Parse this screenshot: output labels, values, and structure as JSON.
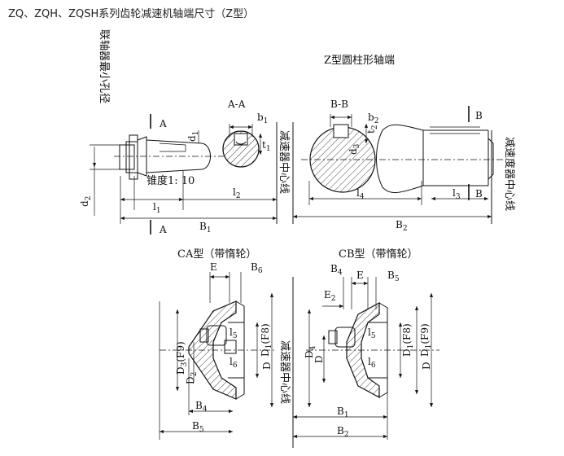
{
  "title": "ZQ、ZQH、ZQSH系列齿轮减速机轴端尺寸（Z型）",
  "diagram": {
    "top_left": {
      "vertical_label": "联轴器最小孔径",
      "section_mark": "A",
      "section_title": "A-A",
      "taper": "锥度1: 10",
      "dims": {
        "d1": "d",
        "d1_sub": "1",
        "d2": "d",
        "d2_sub": "2",
        "t1": "t",
        "t1_sub": "1",
        "b1": "b",
        "b1_sub": "1",
        "l1": "l",
        "l1_sub": "1",
        "l2": "l",
        "l2_sub": "2",
        "B1": "B",
        "B1_sub": "1"
      }
    },
    "center_line_label": "减速器中心线",
    "top_right": {
      "title": "Z型圆柱形轴端",
      "section_title": "B-B",
      "section_mark": "B",
      "dims": {
        "b2": "b",
        "b2_sub": "2",
        "t2": "t",
        "t2_sub": "2",
        "d3": "d",
        "d3_sub": "3",
        "l4": "l",
        "l4_sub": "4",
        "l3": "l",
        "l3_sub": "3",
        "B2": "B",
        "B2_sub": "2"
      },
      "vertical_label": "减速度器中心线"
    },
    "bottom_left": {
      "title": "CA型（带惰轮）",
      "dims": {
        "E": "E",
        "B6": "B",
        "B6_sub": "6",
        "l5": "l",
        "l5_sub": "5",
        "l6": "l",
        "l6_sub": "6",
        "D3F9": "D",
        "D3F9_sub": "3",
        "D3F9_tol": "(F9)",
        "D2": "D",
        "D2_sub": "2",
        "D1F8": "D",
        "D1F8_sub": "1",
        "D1F8_tol": "(F8)",
        "D": "D",
        "B4": "B",
        "B4_sub": "4",
        "B5": "B",
        "B5_sub": "5"
      }
    },
    "bottom_right": {
      "title": "CB型（带惰轮）",
      "dims": {
        "B4": "B",
        "B4_sub": "4",
        "E": "E",
        "B5": "B",
        "B5_sub": "5",
        "E2": "E",
        "E2_sub": "2",
        "l5": "l",
        "l5_sub": "5",
        "l6": "l",
        "l6_sub": "6",
        "D4": "D",
        "D4_sub": "4",
        "D": "D",
        "D1F8": "D",
        "D1F8_sub": "1",
        "D1F8_tol": "(F8)",
        "D1F9": "D",
        "D1F9_sub": "1",
        "D1F9_tol": "(F9)",
        "B1": "B",
        "B1_sub": "1",
        "B2": "B",
        "B2_sub": "2"
      }
    }
  }
}
